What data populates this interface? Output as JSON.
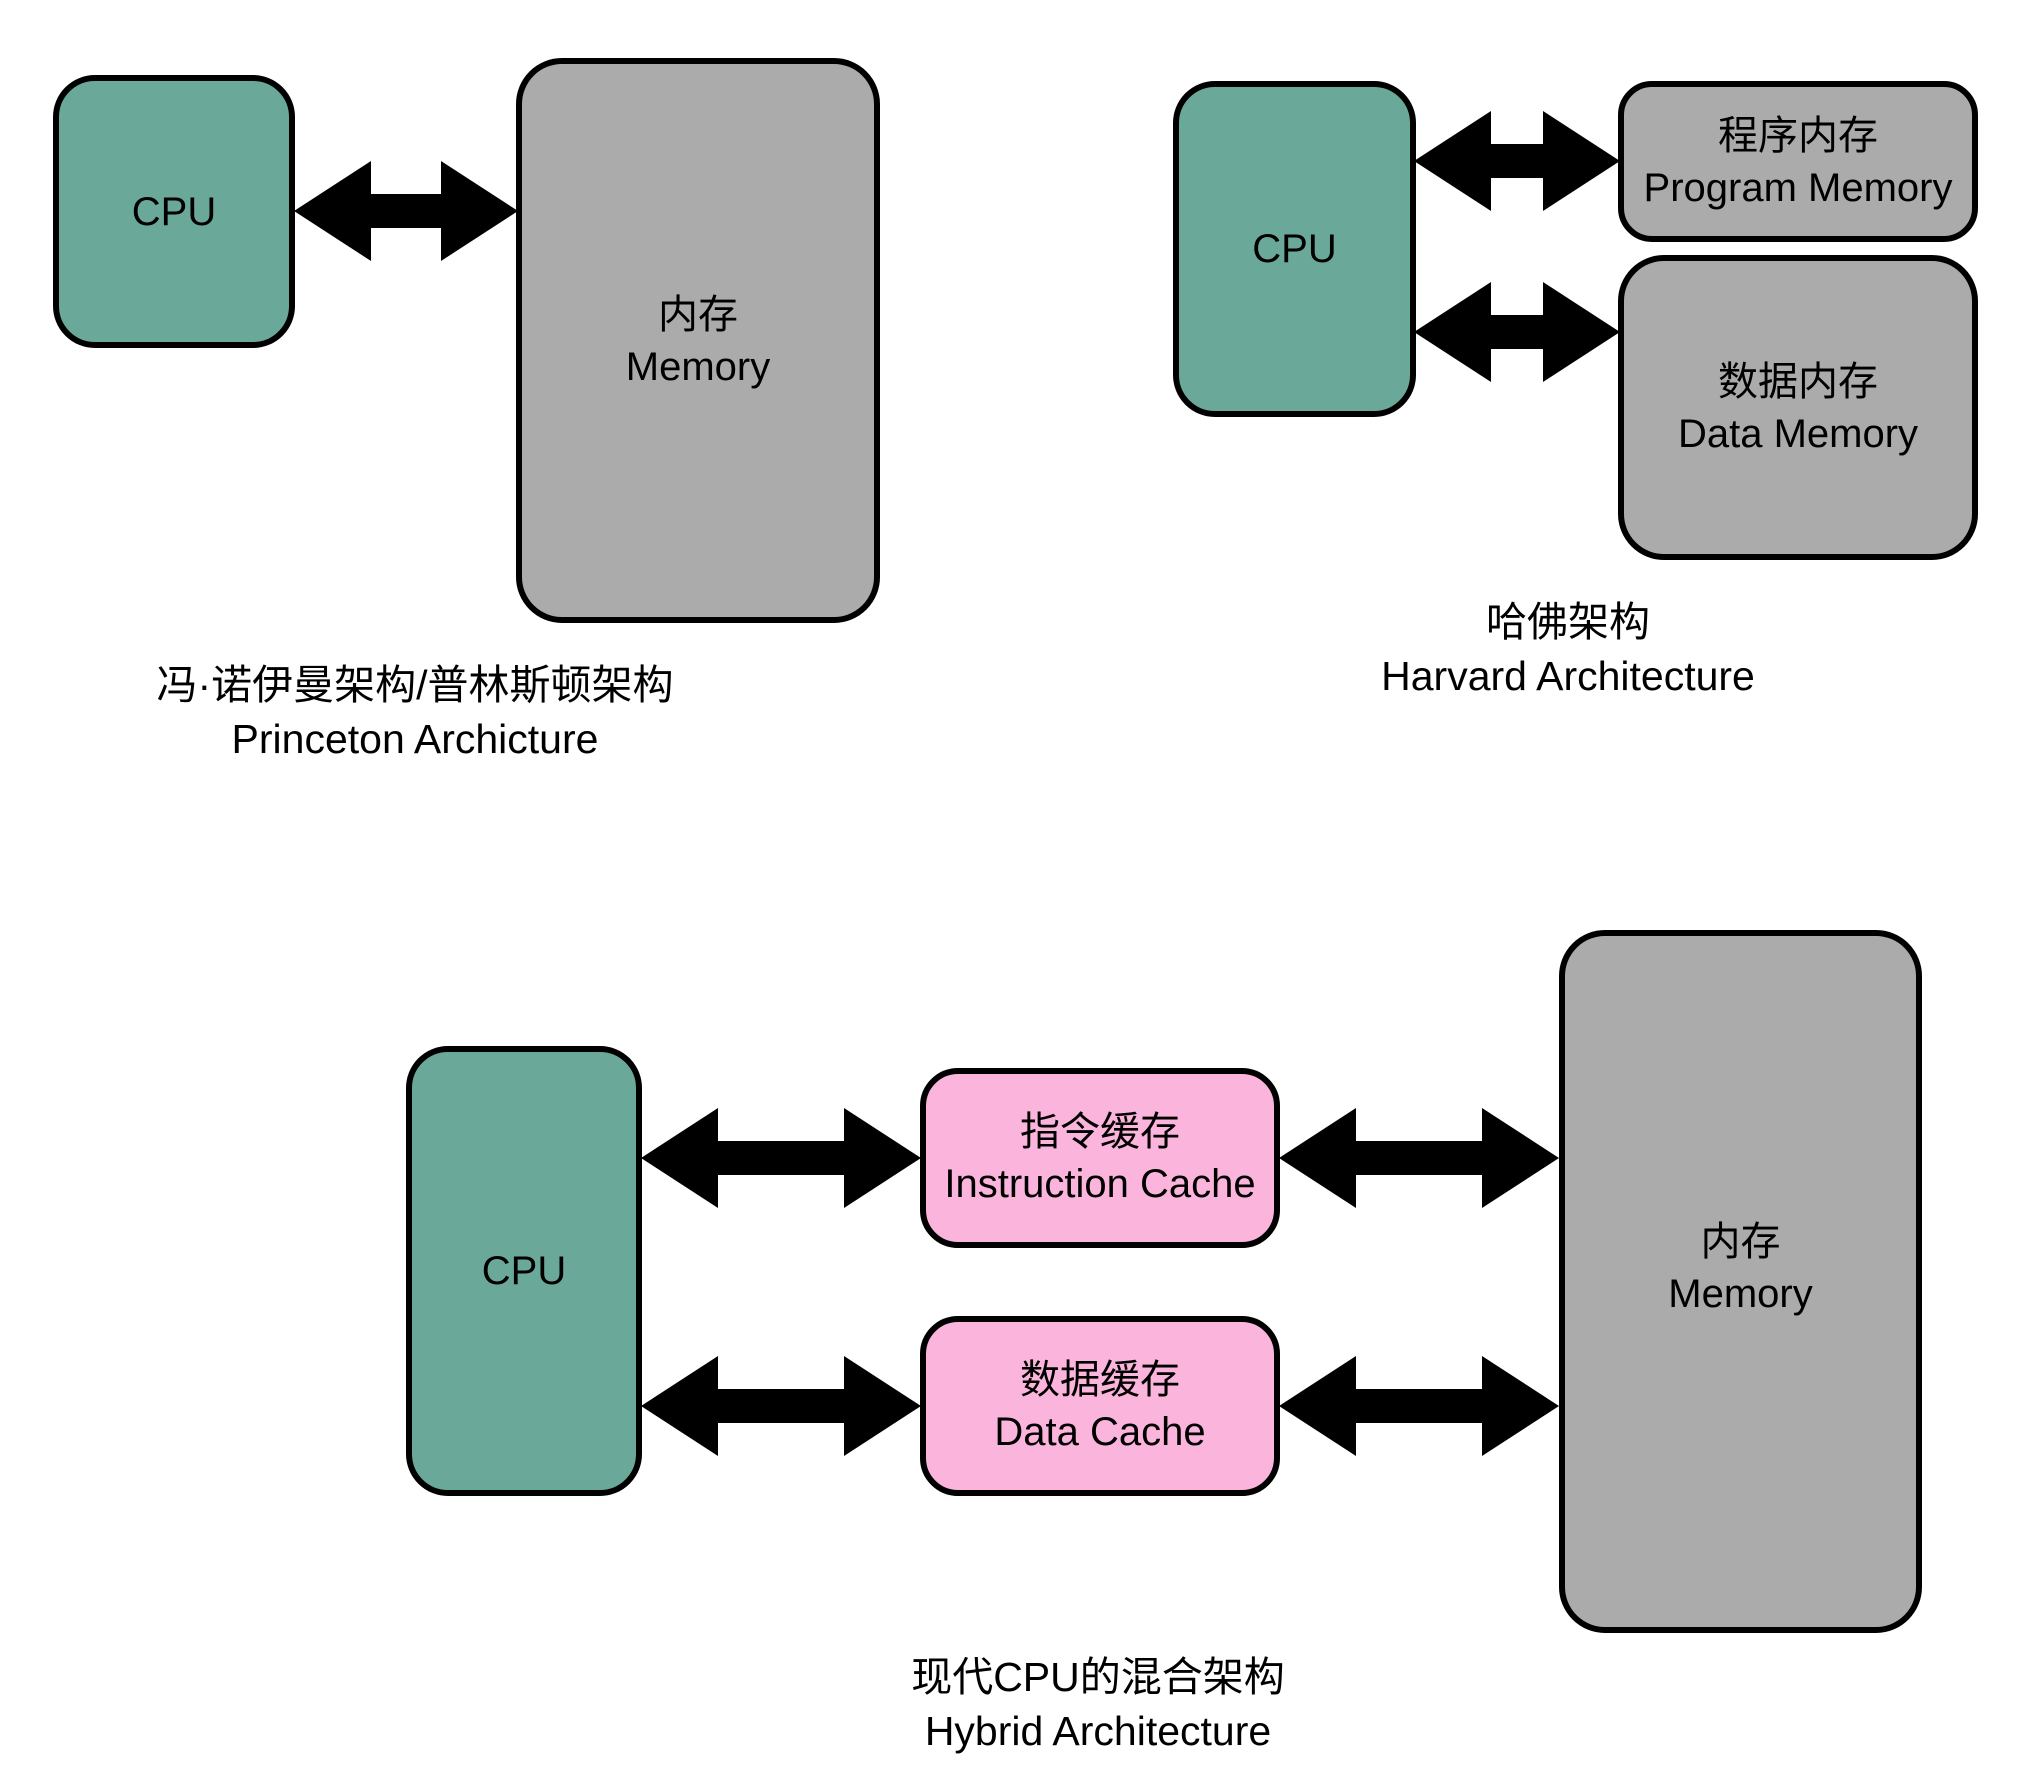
{
  "colors": {
    "cpu_fill": "#6aa89a",
    "memory_fill": "#ababab",
    "cache_fill": "#fbb4dc",
    "line": "#000000",
    "background": "#ffffff"
  },
  "princeton": {
    "cpu_label": "CPU",
    "memory_label_zh": "内存",
    "memory_label_en": "Memory",
    "caption_zh": "冯·诺伊曼架构/普林斯顿架构",
    "caption_en": "Princeton Archicture"
  },
  "harvard": {
    "cpu_label": "CPU",
    "program_memory_zh": "程序内存",
    "program_memory_en": "Program Memory",
    "data_memory_zh": "数据内存",
    "data_memory_en": "Data Memory",
    "caption_zh": "哈佛架构",
    "caption_en": "Harvard Architecture"
  },
  "hybrid": {
    "cpu_label": "CPU",
    "instruction_cache_zh": "指令缓存",
    "instruction_cache_en": "Instruction Cache",
    "data_cache_zh": "数据缓存",
    "data_cache_en": "Data Cache",
    "memory_label_zh": "内存",
    "memory_label_en": "Memory",
    "caption_zh": "现代CPU的混合架构",
    "caption_en": "Hybrid Architecture"
  }
}
